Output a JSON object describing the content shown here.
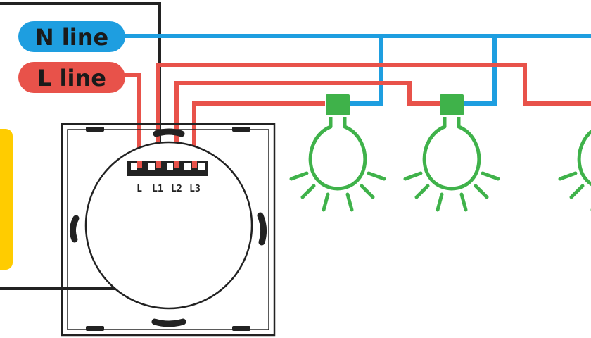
{
  "labels": {
    "neutral": "N line",
    "live": "L line"
  },
  "terminals": [
    "L",
    "L1",
    "L2",
    "L3"
  ],
  "colors": {
    "neutral_wire": "#1e9ee0",
    "live_wire": "#e8524a",
    "bulb": "#3fb24a",
    "outline": "#222222",
    "accent_yellow": "#ffcc00",
    "pill_text": "#1a1a1a"
  },
  "icons": {
    "bulb": "light-bulb-icon",
    "switch": "wall-switch-panel"
  }
}
